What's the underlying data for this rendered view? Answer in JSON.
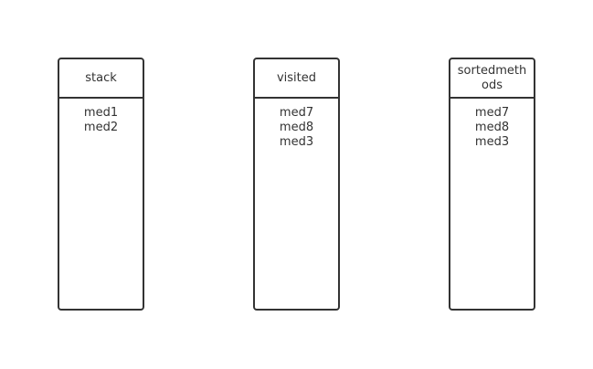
{
  "boxes": [
    {
      "title": "stack",
      "items": [
        "med1",
        "med2"
      ]
    },
    {
      "title": "visited",
      "items": [
        "med7",
        "med8",
        "med3"
      ]
    },
    {
      "title": "sortedmethods",
      "items": [
        "med7",
        "med8",
        "med3"
      ]
    }
  ],
  "colors": {
    "stroke": "#333333",
    "background": "#ffffff",
    "text": "#333333"
  }
}
